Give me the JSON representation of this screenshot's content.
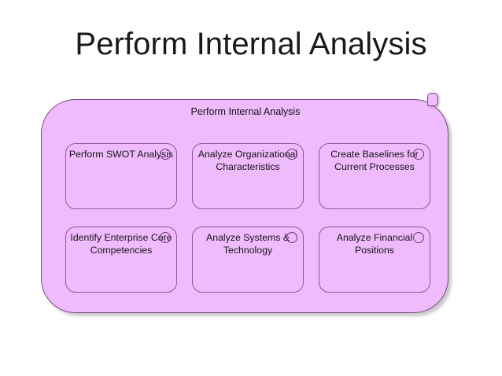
{
  "slide": {
    "title": "Perform Internal Analysis",
    "background_color": "#ffffff"
  },
  "grouping": {
    "label": "Perform Internal Analysis",
    "fill_color": "#efbbfc",
    "border_color": "#7a4a86",
    "flag_icon": "corner-flag-icon"
  },
  "processes": [
    {
      "label": "Perform SWOT Analysis",
      "icon": "process-circle-icon"
    },
    {
      "label": "Analyze Organizational Characteristics",
      "icon": "process-circle-icon"
    },
    {
      "label": "Create Baselines for Current Processes",
      "icon": "process-circle-icon"
    },
    {
      "label": "Identify Enterprise Core Competencies",
      "icon": "process-circle-icon"
    },
    {
      "label": "Analyze Systems & Technology",
      "icon": "process-circle-icon"
    },
    {
      "label": "Analyze Financial Positions",
      "icon": "process-circle-icon"
    }
  ]
}
